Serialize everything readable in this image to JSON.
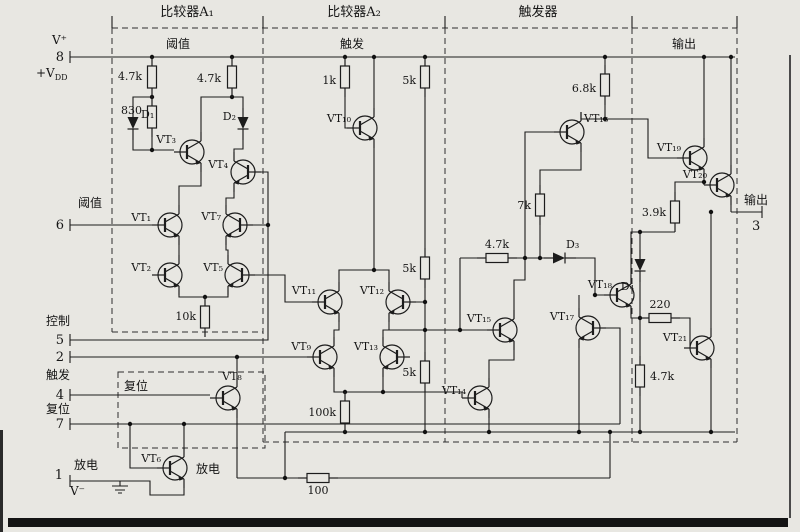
{
  "figure": "555-timer-internal-circuit-schematic",
  "sections": {
    "a1_title": "比较器A₁",
    "a2_title": "比较器A₂",
    "ff_title": "触发器",
    "a1_inner": "阈值",
    "a2_inner": "触发",
    "out_inner": "输出",
    "reset_inner": "复位",
    "discharge_inner": "放电"
  },
  "pins": {
    "vplus": "V⁺",
    "p8": "8",
    "vdd_main": "+V",
    "vdd_sub": "DD",
    "threshold_label": "阈值",
    "p6": "6",
    "control_label": "控制",
    "p5": "5",
    "p2": "2",
    "trigger_label": "触发",
    "p4": "4",
    "reset_label": "复位",
    "p7": "7",
    "discharge_label": "放电",
    "p1": "1",
    "vminus": "V⁻",
    "output_label": "输出",
    "p3": "3"
  },
  "resistors": {
    "r1": "4.7k",
    "r2": "830",
    "r3": "4.7k",
    "r4": "10k",
    "r5": "1k",
    "r6": "5k",
    "r7": "5k",
    "r8": "5k",
    "r9": "100k",
    "r10": "4.7k",
    "r11": "7k",
    "r12": "6.8k",
    "r13": "3.9k",
    "r14": "220",
    "r15": "4.7k",
    "r16": "100"
  },
  "transistors": {
    "vt1": "VT₁",
    "vt2": "VT₂",
    "vt3": "VT₃",
    "vt4": "VT₄",
    "vt5": "VT₅",
    "vt6": "VT₆",
    "vt7": "VT₇",
    "vt8": "VT₈",
    "vt9": "VT₉",
    "vt10": "VT₁₀",
    "vt11": "VT₁₁",
    "vt12": "VT₁₂",
    "vt13": "VT₁₃",
    "vt14": "VT₁₄",
    "vt15": "VT₁₅",
    "vt16": "VT₁₆",
    "vt17": "VT₁₇",
    "vt18": "VT₁₈",
    "vt19": "VT₁₉",
    "vt20": "VT₂₀",
    "vt21": "VT₂₁"
  },
  "diodes": {
    "d1": "D₁",
    "d2": "D₂",
    "d3": "D₃",
    "d4": "D₄"
  },
  "colors": {
    "ink": "#1c1c1c",
    "paper": "#e8e7e2"
  }
}
